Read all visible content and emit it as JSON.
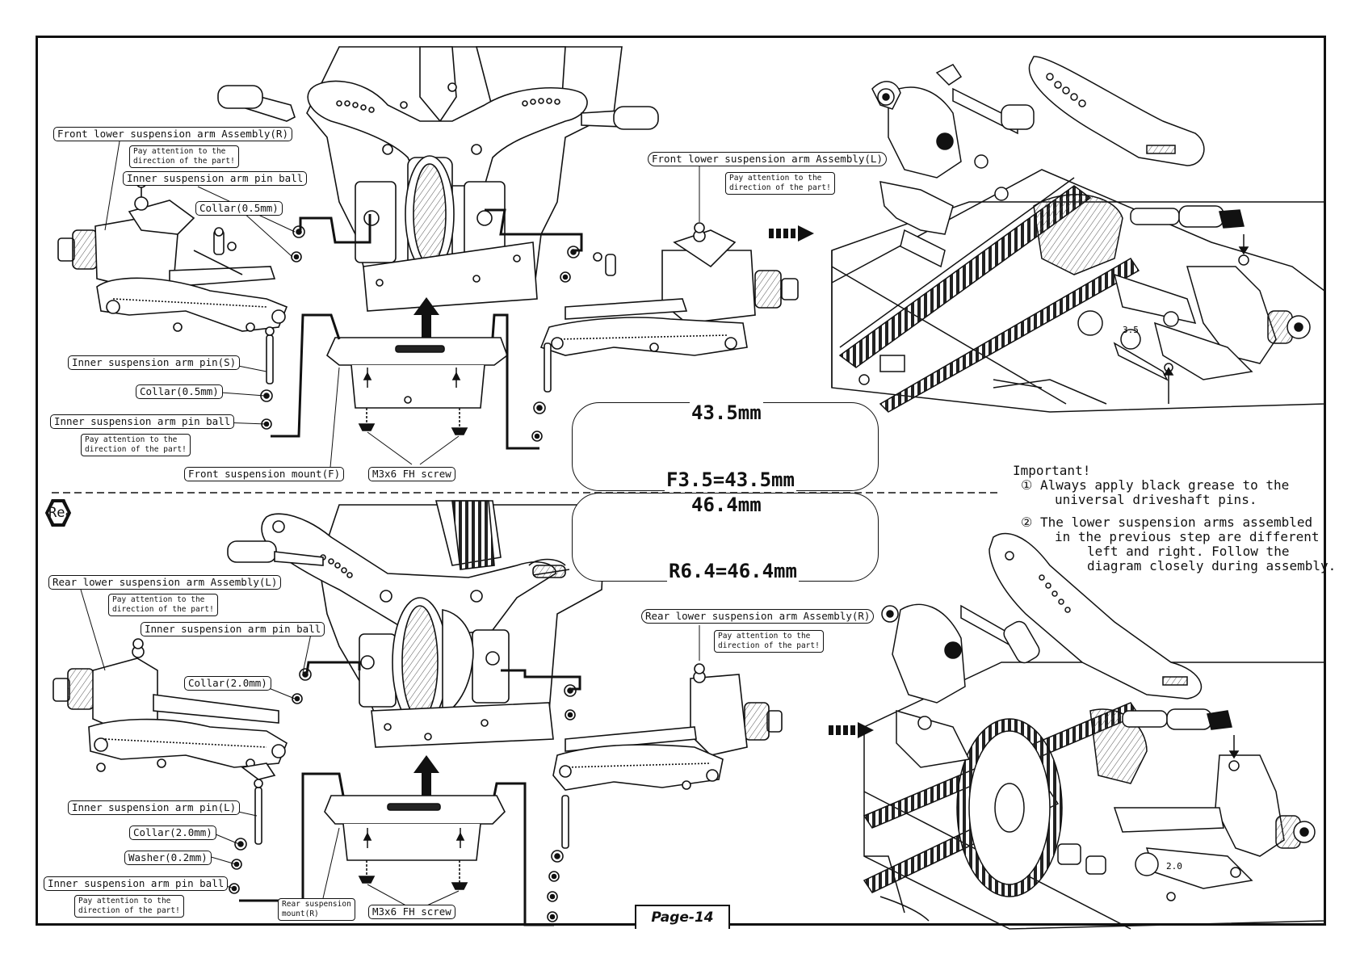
{
  "front": {
    "labels": {
      "front_arm_r": "Front lower suspension arm Assembly(R)",
      "inner_pin_ball_top": "Inner suspension arm pin ball",
      "collar_top": "Collar(0.5mm)",
      "inner_pin_s": "Inner suspension arm pin(S)",
      "collar_bottom": "Collar(0.5mm)",
      "inner_pin_ball_bottom": "Inner suspension arm pin ball",
      "front_mount": "Front suspension mount(F)",
      "screw": "M3x6 FH screw",
      "front_arm_l": "Front lower suspension arm Assembly(L)"
    },
    "notes": {
      "right_note": "Pay attention to the\ndirection of the part!",
      "left_note": "Pay attention to the\ndirection of the part!",
      "bottom_note": "Pay attention to the\ndirection of the part!"
    }
  },
  "dimensions": {
    "front_dim": "43.5mm",
    "front_formula": "F3.5=43.5mm",
    "rear_dim": "46.4mm",
    "rear_formula": "R6.4=46.4mm"
  },
  "rear": {
    "section_title": "Rear Assembly",
    "labels": {
      "rear_arm_l": "Rear lower suspension arm Assembly(L)",
      "inner_pin_ball_top": "Inner suspension arm pin ball",
      "collar_top": "Collar(2.0mm)",
      "inner_pin_l": "Inner suspension arm pin(L)",
      "collar_bottom": "Collar(2.0mm)",
      "washer": "Washer(0.2mm)",
      "inner_pin_ball_bottom": "Inner suspension arm pin ball",
      "rear_mount": "Rear suspension\nmount(R)",
      "screw": "M3x6 FH screw",
      "rear_arm_r": "Rear lower suspension arm Assembly(R)"
    },
    "notes": {
      "left_note": "Pay attention to the\ndirection of the part!",
      "right_note": "Pay attention to the\ndirection of the part!",
      "bottom_note": "Pay attention to the\ndirection of the part!"
    }
  },
  "important": {
    "title": "Important!",
    "item1_num": "①",
    "item1_line1": "Always apply black grease to the",
    "item1_line2": "universal driveshaft pins.",
    "item2_num": "②",
    "item2_line1": "The lower suspension arms assembled",
    "item2_line2": "in the previous step are different",
    "item2_line3": "left and right.  Follow the",
    "item2_line4": "diagram closely during assembly."
  },
  "page": {
    "label": "Page-14"
  },
  "iso_labels": {
    "front_shim": "3.5",
    "rear_shim": "2.0"
  }
}
